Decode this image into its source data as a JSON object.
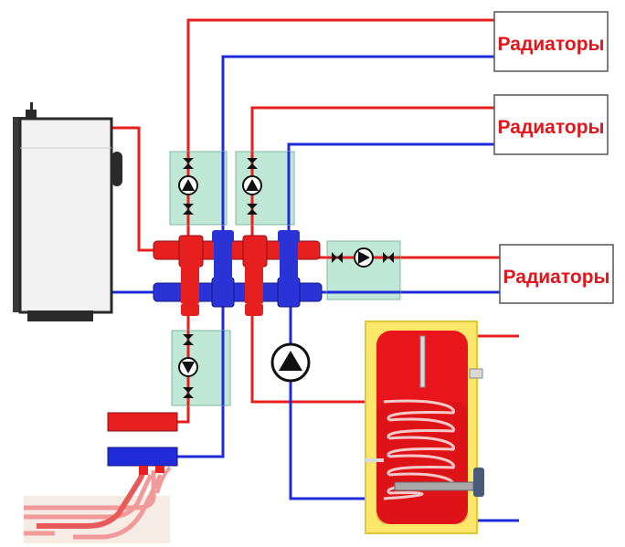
{
  "radiators": [
    {
      "label": "Радиаторы"
    },
    {
      "label": "Радиаторы"
    },
    {
      "label": "Радиаторы"
    }
  ],
  "colors": {
    "hot_pipe": "#e81f1f",
    "cold_pipe": "#1f2bd9",
    "pump_module": "#bfe8d6",
    "boiler_body": "#f2f2f2",
    "tank_shell": "#fbe86a",
    "tank_inner": "#e8161b",
    "radiator_text": "#e3151a"
  },
  "icons": [
    "pump-icon",
    "valve-icon",
    "circulation-pump-icon",
    "coil-icon"
  ]
}
